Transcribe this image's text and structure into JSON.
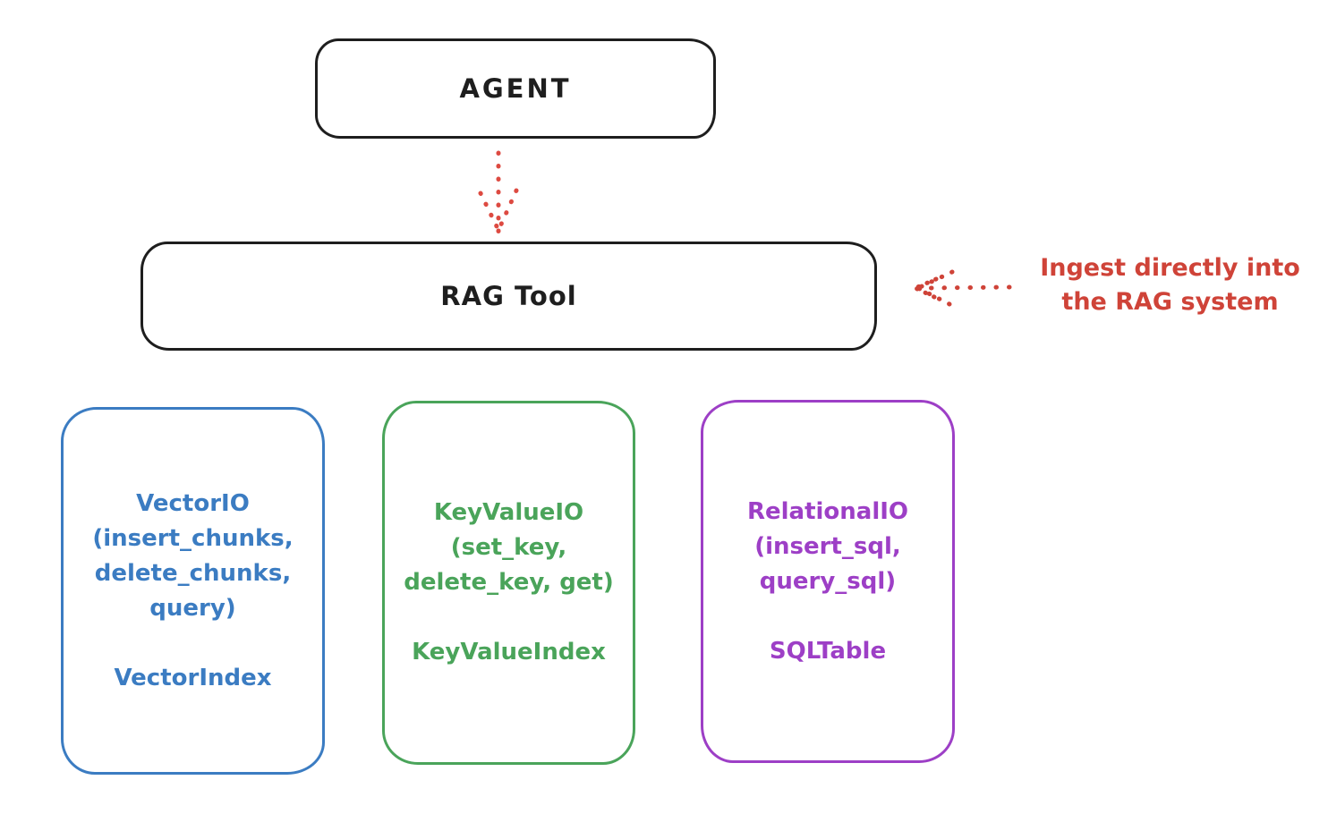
{
  "diagram": {
    "agent_box": {
      "label": "AGENT"
    },
    "rag_box": {
      "label": "RAG Tool"
    },
    "ingest_annotation": {
      "line1": "Ingest directly into",
      "line2": "the RAG system",
      "color": "#cf4338"
    },
    "arrows": {
      "agent_to_rag": {
        "color": "#dd4a41"
      },
      "ingest_to_rag": {
        "color": "#cf4338"
      }
    },
    "io_boxes": [
      {
        "name": "vector-io",
        "color": "#3b7cc2",
        "lines": [
          "VectorIO",
          "(insert_chunks,",
          "delete_chunks,",
          "query)"
        ],
        "index_label": "VectorIndex"
      },
      {
        "name": "keyvalue-io",
        "color": "#4aa45a",
        "lines": [
          "KeyValueIO",
          "(set_key,",
          "delete_key, get)"
        ],
        "index_label": "KeyValueIndex"
      },
      {
        "name": "relational-io",
        "color": "#9d3fc6",
        "lines": [
          "RelationalIO",
          "(insert_sql,",
          "query_sql)"
        ],
        "index_label": "SQLTable"
      }
    ]
  }
}
